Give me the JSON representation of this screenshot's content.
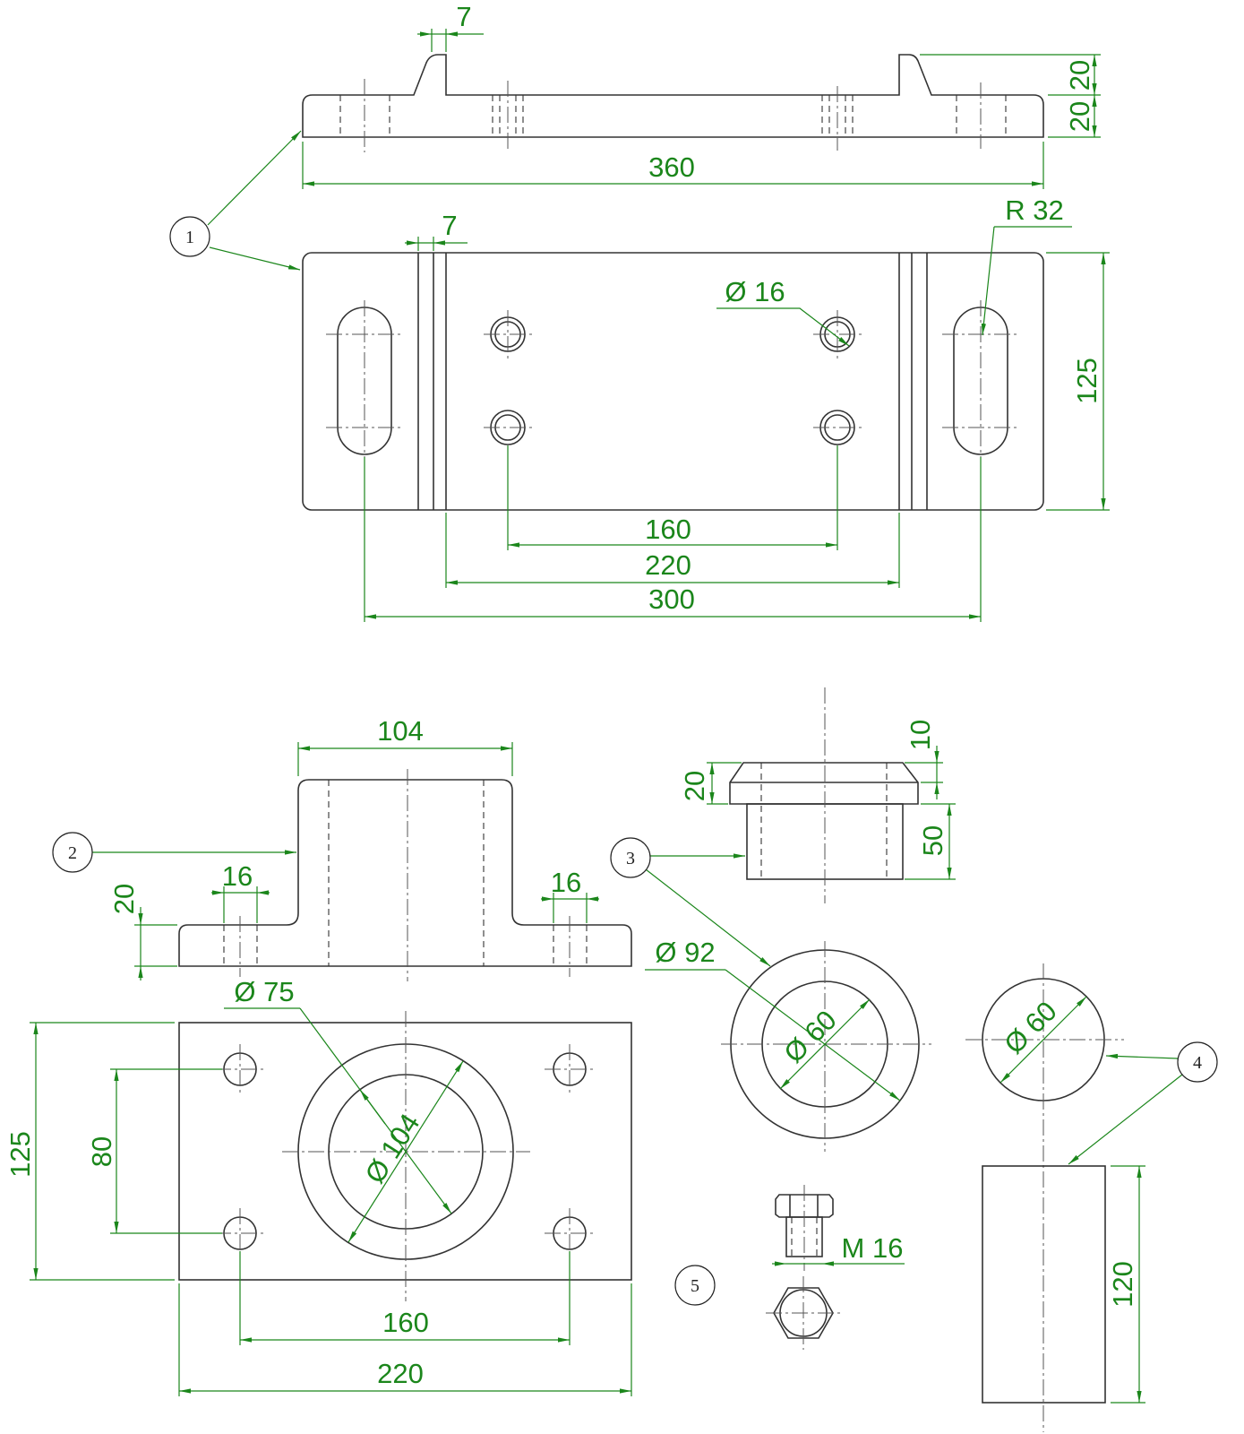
{
  "colors": {
    "outline": "#333333",
    "dimension": "#1b861b",
    "centerline": "#555555",
    "balloon": "#222222"
  },
  "balloons": {
    "part1": "1",
    "part2": "2",
    "part3": "3",
    "part4": "4",
    "part5": "5"
  },
  "part1": {
    "rib_width_top": "7",
    "length": "360",
    "rib_height": "20",
    "plate_thickness": "20",
    "rib_width_plan": "7",
    "slot_radius": "R 32",
    "hole_diameter": "Ø 16",
    "width": "125",
    "hole_spacing": "160",
    "rib_spacing": "220",
    "slot_spacing": "300"
  },
  "part2": {
    "boss_width": "104",
    "hole_width_left": "16",
    "hole_width_right": "16",
    "flange_thickness": "20",
    "bore_diameter": "Ø 75",
    "boss_diameter": "Ø 104",
    "width": "125",
    "hole_pitch_vertical": "80",
    "hole_pitch_horizontal": "160",
    "length": "220"
  },
  "part3": {
    "cap_height": "20",
    "chamfer_height": "10",
    "body_height": "50",
    "outer_diameter": "Ø 92",
    "inner_diameter": "Ø 60"
  },
  "part4": {
    "diameter": "Ø 60",
    "length": "120"
  },
  "part5": {
    "thread": "M 16"
  }
}
